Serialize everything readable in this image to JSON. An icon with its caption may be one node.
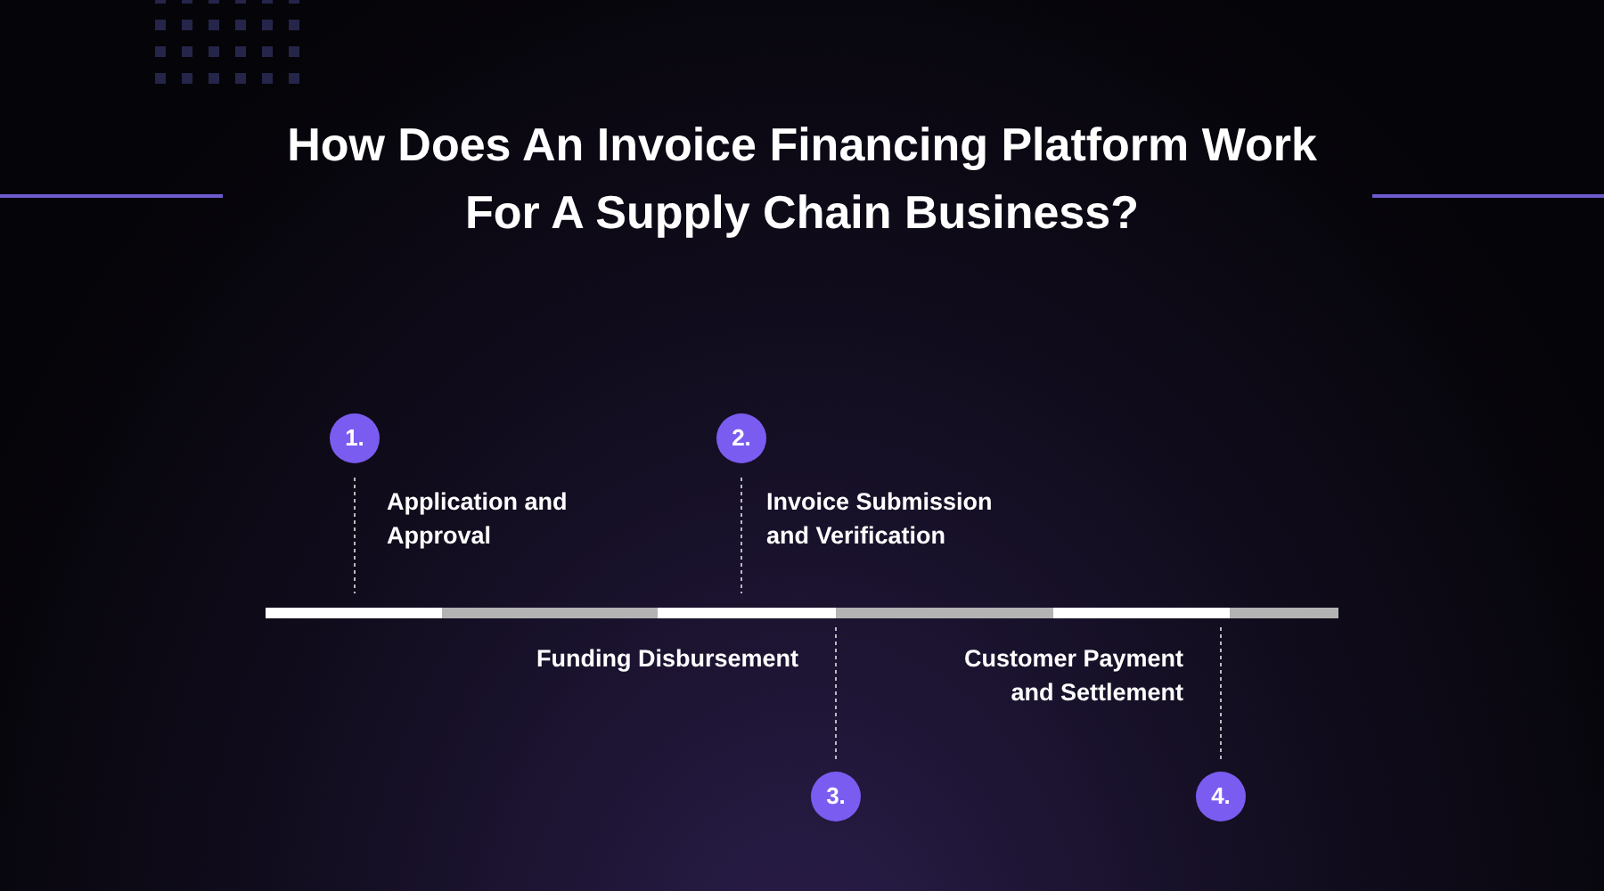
{
  "diagram": {
    "title": "How Does An Invoice Financing Platform Work For A Supply Chain Business?",
    "nodes": [
      {
        "text": [
          "1."
        ]
      },
      {
        "text": [
          "Application and Approval"
        ]
      },
      {
        "text": [
          "2."
        ]
      },
      {
        "text": [
          "Invoice Submission and Verification"
        ]
      },
      {
        "text": [
          "Funding Disbursement"
        ]
      },
      {
        "text": [
          "Customer Payment and Settlement"
        ]
      },
      {
        "text": [
          "3."
        ]
      },
      {
        "text": [
          "4."
        ]
      }
    ]
  }
}
